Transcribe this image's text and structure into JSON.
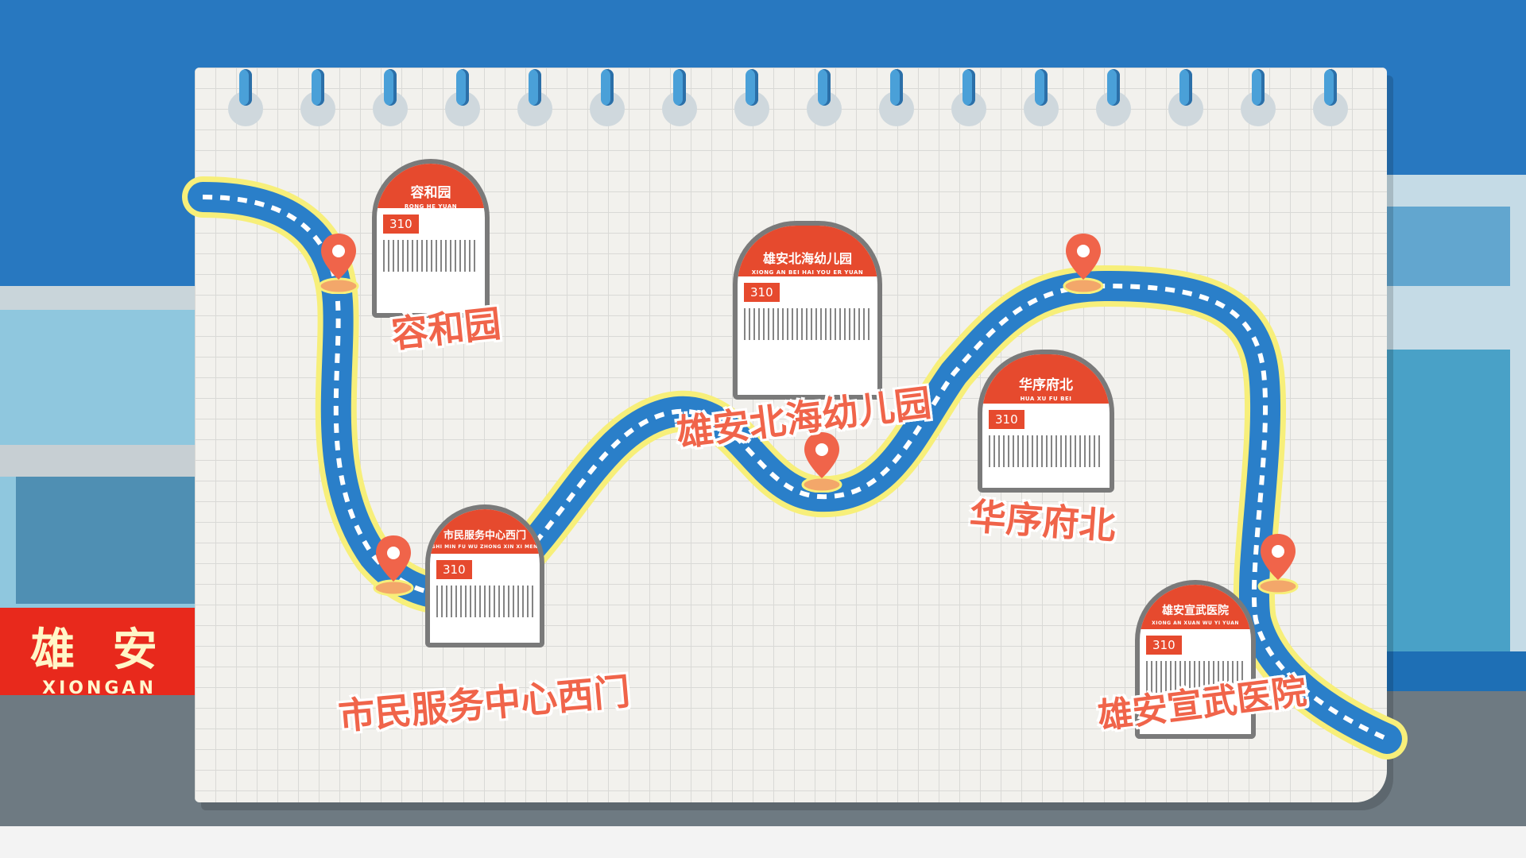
{
  "colors": {
    "sky": "#1e6fb5",
    "paper": "#f2f1ed",
    "road_blue": "#2a7fc9",
    "road_yellow": "#f7ef7a",
    "sign_red": "#e64a2e",
    "label_coral": "#f0644a"
  },
  "brand": {
    "cn": "雄 安",
    "en": "XIONGAN"
  },
  "route_number": "310",
  "stops": [
    {
      "label": "容和园",
      "sign_cn": "容和园",
      "sign_py": "RONG HE YUAN"
    },
    {
      "label": "市民服务中心西门",
      "sign_cn": "市民服务中心西门",
      "sign_py": "SHI MIN FU WU ZHONG XIN XI MEN"
    },
    {
      "label": "雄安北海幼儿园",
      "sign_cn": "雄安北海幼儿园",
      "sign_py": "XIONG AN BEI HAI YOU ER YUAN"
    },
    {
      "label": "华序府北",
      "sign_cn": "华序府北",
      "sign_py": "HUA XU FU BEI"
    },
    {
      "label": "雄安宣武医院",
      "sign_cn": "雄安宣武医院",
      "sign_py": "XIONG AN XUAN WU YI YUAN"
    }
  ],
  "icons": {
    "pin": "location-pin-icon",
    "ring": "spiral-ring-icon"
  }
}
